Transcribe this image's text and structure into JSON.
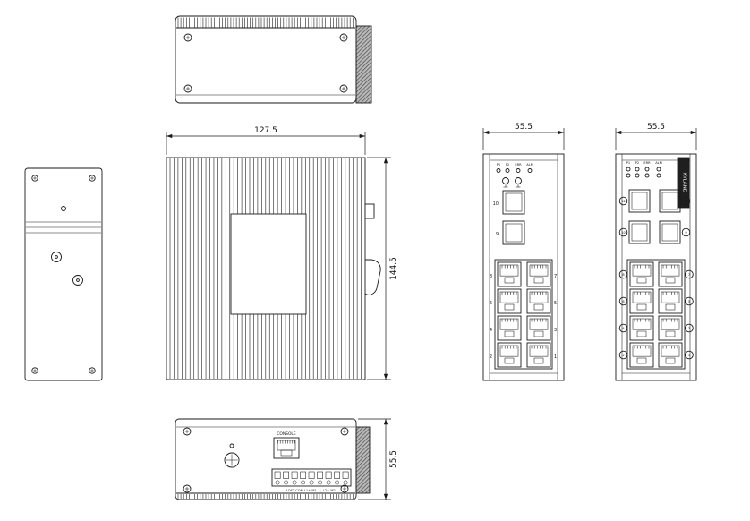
{
  "drawing": {
    "dimensions": {
      "front_width": "127.5",
      "front_height": "144.5",
      "depth": "55.5",
      "panel1_width": "55.5",
      "panel2_width": "55.5"
    },
    "bottom_view": {
      "console_label": "CONSOLE",
      "terminal_label": "LOST COM L1+ M1- ⏚ L2+ M2-"
    },
    "panel1": {
      "led_labels": [
        "P1",
        "P2",
        "ERR",
        "ALM"
      ],
      "sfp_labels": [
        "10",
        "9"
      ],
      "rj45_rows": [
        [
          "8",
          "7"
        ],
        [
          "6",
          "5"
        ],
        [
          "4",
          "3"
        ],
        [
          "2",
          "1"
        ]
      ]
    },
    "panel2": {
      "led_labels": [
        "P1",
        "P2",
        "ERR",
        "ALM"
      ],
      "brand": "KYLAND",
      "sfp_rows": [
        [
          "12",
          "11"
        ],
        [
          "10",
          "9"
        ]
      ],
      "rj45_rows": [
        [
          "8",
          "7"
        ],
        [
          "6",
          "5"
        ],
        [
          "4",
          "3"
        ],
        [
          "2",
          "1"
        ]
      ]
    },
    "colors": {
      "line": "#1a1a1a",
      "fill": "#ffffff",
      "flange": "#9a9a9a"
    }
  }
}
